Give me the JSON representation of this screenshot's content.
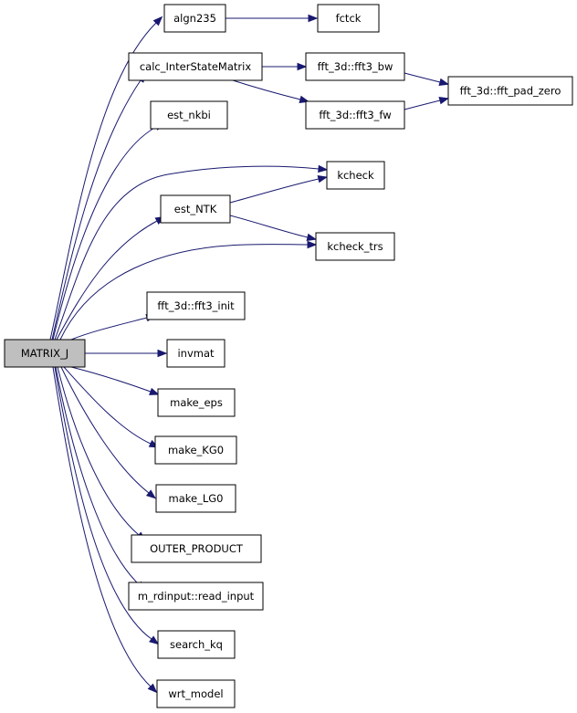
{
  "colors": {
    "edge": "#191970",
    "root_fill": "#bfbfbf",
    "node_fill": "#ffffff",
    "node_border": "#000000"
  },
  "nodes": [
    {
      "id": "matrix_j",
      "label": "MATRIX_J",
      "root": true
    },
    {
      "id": "algn235",
      "label": "algn235"
    },
    {
      "id": "fctck",
      "label": "fctck"
    },
    {
      "id": "calc_interstatematrix",
      "label": "calc_InterStateMatrix"
    },
    {
      "id": "fft3_bw",
      "label": "fft_3d::fft3_bw"
    },
    {
      "id": "fft3_fw",
      "label": "fft_3d::fft3_fw"
    },
    {
      "id": "fft_pad_zero",
      "label": "fft_3d::fft_pad_zero"
    },
    {
      "id": "est_nkbi",
      "label": "est_nkbi"
    },
    {
      "id": "kcheck",
      "label": "kcheck"
    },
    {
      "id": "est_ntk",
      "label": "est_NTK"
    },
    {
      "id": "kcheck_trs",
      "label": "kcheck_trs"
    },
    {
      "id": "fft3_init",
      "label": "fft_3d::fft3_init"
    },
    {
      "id": "invmat",
      "label": "invmat"
    },
    {
      "id": "make_eps",
      "label": "make_eps"
    },
    {
      "id": "make_kg0",
      "label": "make_KG0"
    },
    {
      "id": "make_lg0",
      "label": "make_LG0"
    },
    {
      "id": "outer_product",
      "label": "OUTER_PRODUCT"
    },
    {
      "id": "read_input",
      "label": "m_rdinput::read_input"
    },
    {
      "id": "search_kq",
      "label": "search_kq"
    },
    {
      "id": "wrt_model",
      "label": "wrt_model"
    }
  ],
  "edges": [
    {
      "from": "matrix_j",
      "to": "algn235"
    },
    {
      "from": "matrix_j",
      "to": "calc_interstatematrix"
    },
    {
      "from": "matrix_j",
      "to": "est_nkbi"
    },
    {
      "from": "matrix_j",
      "to": "kcheck"
    },
    {
      "from": "matrix_j",
      "to": "est_ntk"
    },
    {
      "from": "matrix_j",
      "to": "kcheck_trs"
    },
    {
      "from": "matrix_j",
      "to": "fft3_init"
    },
    {
      "from": "matrix_j",
      "to": "invmat"
    },
    {
      "from": "matrix_j",
      "to": "make_eps"
    },
    {
      "from": "matrix_j",
      "to": "make_kg0"
    },
    {
      "from": "matrix_j",
      "to": "make_lg0"
    },
    {
      "from": "matrix_j",
      "to": "outer_product"
    },
    {
      "from": "matrix_j",
      "to": "read_input"
    },
    {
      "from": "matrix_j",
      "to": "search_kq"
    },
    {
      "from": "matrix_j",
      "to": "wrt_model"
    },
    {
      "from": "algn235",
      "to": "fctck"
    },
    {
      "from": "calc_interstatematrix",
      "to": "fft3_bw"
    },
    {
      "from": "calc_interstatematrix",
      "to": "fft3_fw"
    },
    {
      "from": "fft3_bw",
      "to": "fft_pad_zero"
    },
    {
      "from": "fft3_fw",
      "to": "fft_pad_zero"
    },
    {
      "from": "est_ntk",
      "to": "kcheck"
    },
    {
      "from": "est_ntk",
      "to": "kcheck_trs"
    }
  ]
}
